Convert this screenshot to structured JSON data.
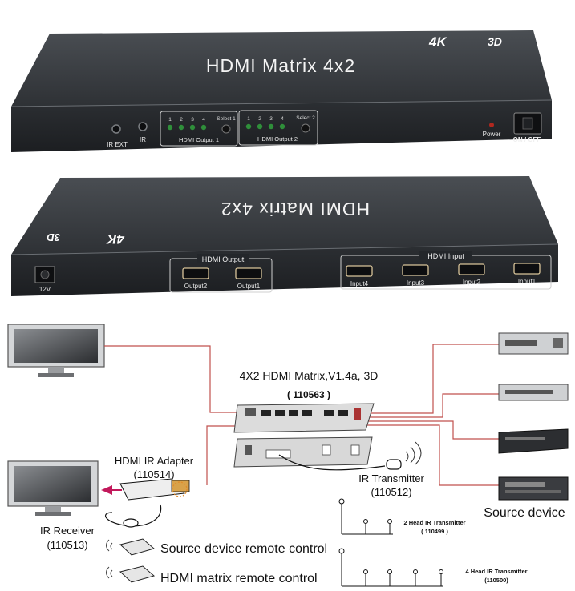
{
  "front_unit": {
    "brand_badge_4k": "4K",
    "brand_badge_3d": "3D",
    "title": "HDMI Matrix 4x2",
    "ir_ext_label": "IR EXT",
    "ir_label": "IR",
    "output1_leds": [
      "1",
      "2",
      "3",
      "4"
    ],
    "output1_select": "Select 1",
    "output1_label": "HDMI Output 1",
    "output2_leds": [
      "1",
      "2",
      "3",
      "4"
    ],
    "output2_select": "Select 2",
    "output2_label": "HDMI Output 2",
    "power_label": "Power",
    "onoff_label": "ON / OFF"
  },
  "rear_unit": {
    "title": "HDMI Matrix 4x2",
    "badge_4k": "4K",
    "badge_3d": "3D",
    "dc_label": "12V",
    "output_group_label": "HDMI Output",
    "outputs": [
      "Output2",
      "Output1"
    ],
    "input_group_label": "HDMI Input",
    "inputs": [
      "Input4",
      "Input3",
      "Input2",
      "Input1"
    ]
  },
  "diagram": {
    "matrix_title": "4X2 HDMI Matrix,V1.4a, 3D",
    "matrix_sku": "( 110563 )",
    "ir_adapter_name": "HDMI IR Adapter",
    "ir_adapter_sku": "(110514)",
    "ir_receiver_name": "IR Receiver",
    "ir_receiver_sku": "(110513)",
    "ir_transmitter_name": "IR Transmitter",
    "ir_transmitter_sku": "(110512)",
    "source_device_label": "Source device",
    "two_head_name": "2 Head IR Transmitter",
    "two_head_sku": "( 110499 )",
    "four_head_name": "4 Head IR Transmitter",
    "four_head_sku": "(110500)",
    "source_remote_label": "Source device remote control",
    "matrix_remote_label": "HDMI matrix remote control"
  },
  "colors": {
    "chassis": "#3a3d41",
    "chassis_face": "#23262a",
    "cable_red": "#c0504d",
    "led_green": "#2f8f3a",
    "arrow_pink": "#c2185b"
  }
}
